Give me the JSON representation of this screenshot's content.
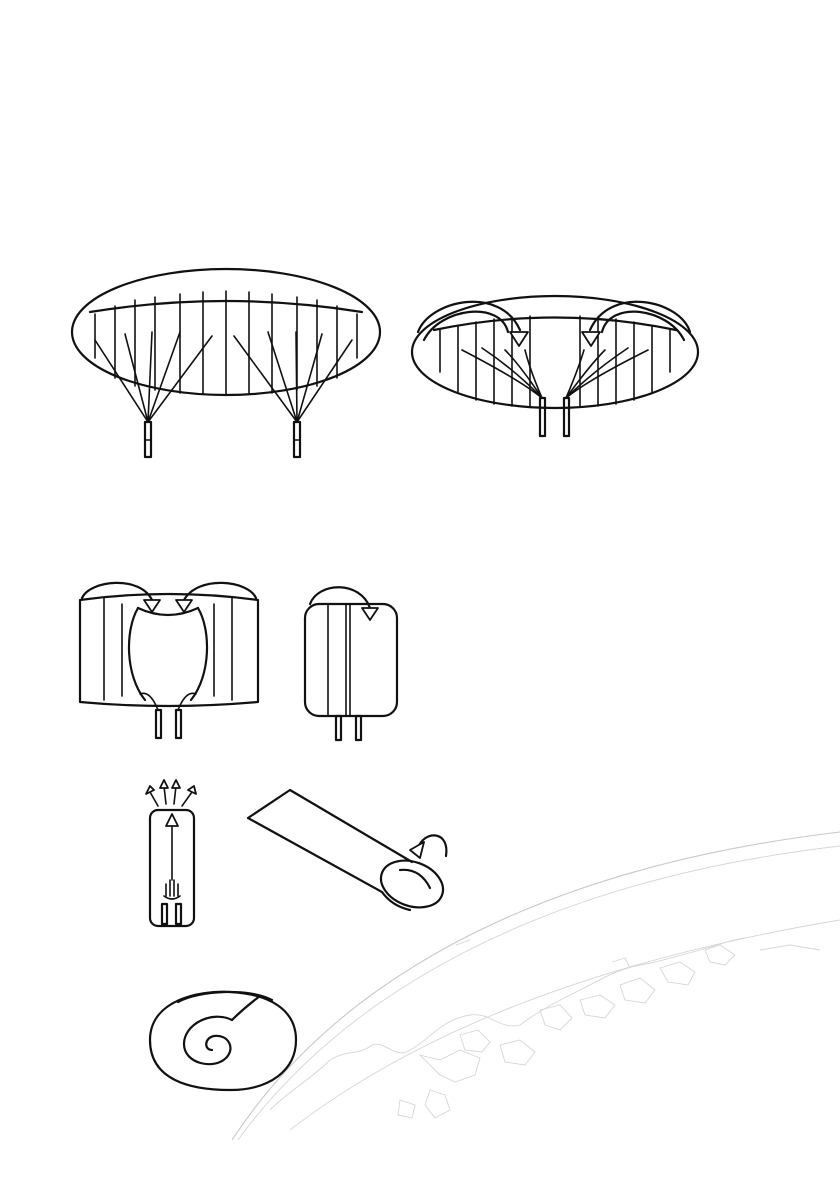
{
  "figure": {
    "description_steps": [
      "wing-spread-with-lines",
      "fold-tips-inward",
      "accordion-pleat",
      "fold-in-half",
      "pull-air-out",
      "roll-from-trailing-edge",
      "rolled-package"
    ],
    "colors": {
      "ink": "#111111",
      "globe": "#c9c9c9",
      "background": "#ffffff"
    },
    "icons": [
      "fold-arrow-icon",
      "hand-icon",
      "air-arrows-icon",
      "roll-arrow-icon"
    ]
  }
}
